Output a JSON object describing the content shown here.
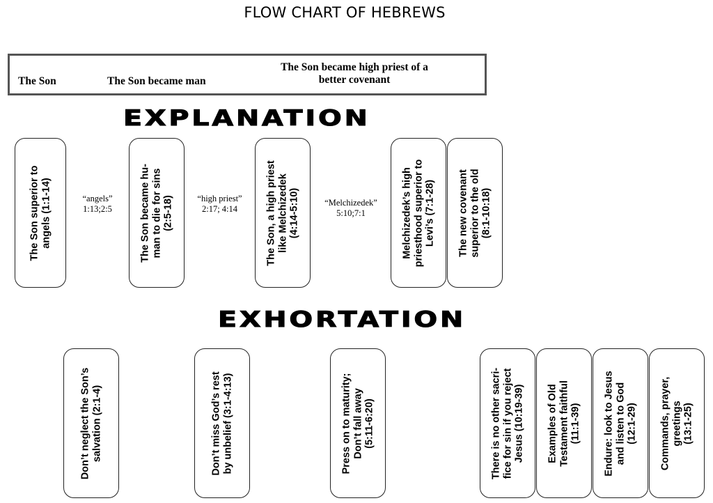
{
  "title": "FLOW CHART OF HEBREWS",
  "header": {
    "col1": "The Son",
    "col2": "The Son became man",
    "col3_line1": "The Son became high priest of a",
    "col3_line2": "better covenant"
  },
  "explanation": {
    "heading": "EXPLANATION",
    "boxes": [
      {
        "lines": [
          "The Son superior to",
          "angels (1:1-14)"
        ]
      },
      {
        "lines": [
          "The Son became hu-",
          "man to die for sins",
          "(2:5-18)"
        ]
      },
      {
        "lines": [
          "The Son, a high priest",
          "like Melchizedek",
          "(4:14-5:10)"
        ]
      },
      {
        "lines": [
          "Melchizedek’s high",
          "priesthood  superior to",
          "Levi’s (7:1-28)"
        ]
      },
      {
        "lines": [
          "The new covenant",
          "superior to the old",
          "(8:1-10:18)"
        ]
      }
    ],
    "connectors": [
      {
        "word": "“angels”",
        "refs": "1:13;2:5"
      },
      {
        "word": "“high priest”",
        "refs": "2:17; 4:14"
      },
      {
        "word": "“Melchizedek”",
        "refs": "5:10;7:1"
      }
    ]
  },
  "exhortation": {
    "heading": "EXHORTATION",
    "boxes": [
      {
        "lines": [
          "Don’t neglect the Son’s",
          "salvation (2:1-4)"
        ]
      },
      {
        "lines": [
          "Don’t miss God’s rest",
          "by unbelief (3:1-4:13)"
        ]
      },
      {
        "lines": [
          "Press on to maturity;",
          "Don’t fall away",
          "(5:11-6:20)"
        ]
      },
      {
        "lines": [
          "There is no other sacri-",
          "fice for sin if you reject",
          "Jesus  (10:19-39)"
        ]
      },
      {
        "lines": [
          "Examples of Old",
          "Testament faithful",
          "(11:1-39)"
        ]
      },
      {
        "lines": [
          "Endure: look to Jesus",
          "and listen to God",
          "(12:1-29)"
        ]
      },
      {
        "lines": [
          "Commands, prayer,",
          "greetings",
          "(13:1-25)"
        ]
      }
    ]
  }
}
